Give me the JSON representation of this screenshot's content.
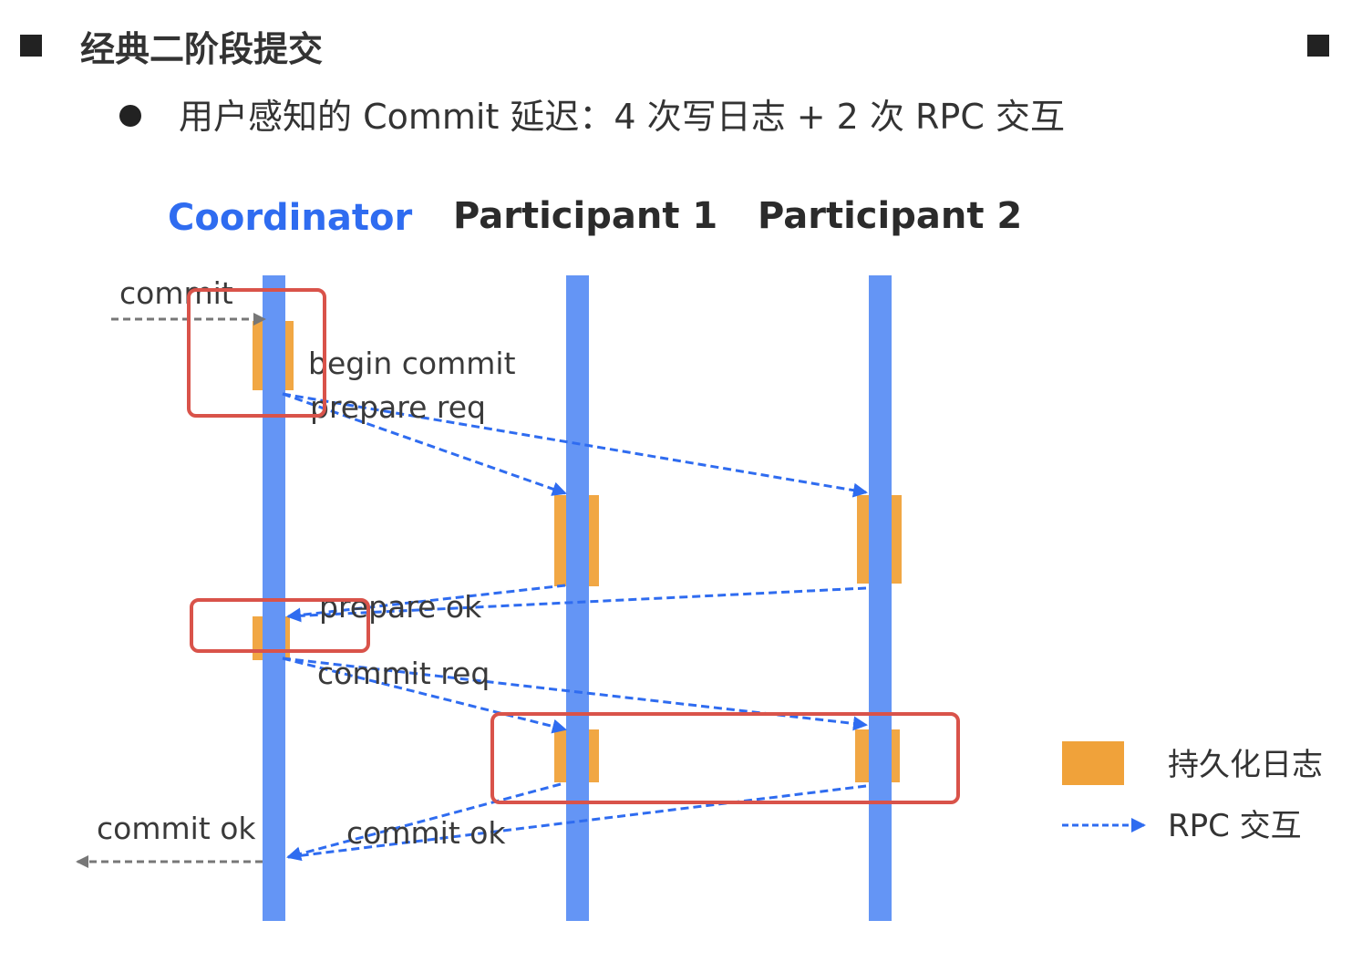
{
  "title": "经典二阶段提交",
  "bullet": "用户感知的 Commit 延迟：4 次写日志 + 2 次 RPC 交互",
  "headers": {
    "coordinator": "Coordinator",
    "participant1": "Participant 1",
    "participant2": "Participant 2"
  },
  "labels": {
    "commit_in": "commit",
    "begin_commit": "begin commit",
    "prepare_req": "prepare req",
    "prepare_ok": "prepare ok",
    "commit_req": "commit req",
    "commit_ok": "commit ok",
    "commit_ok_out": "commit ok"
  },
  "legend": {
    "log": "持久化日志",
    "rpc": "RPC 交互"
  },
  "colors": {
    "lane": "#6495f5",
    "log": "#f0a23a",
    "rpc": "#2f6cf0",
    "highlight": "#d9534a",
    "external": "#777777",
    "coordinator": "#2f6cf0"
  }
}
